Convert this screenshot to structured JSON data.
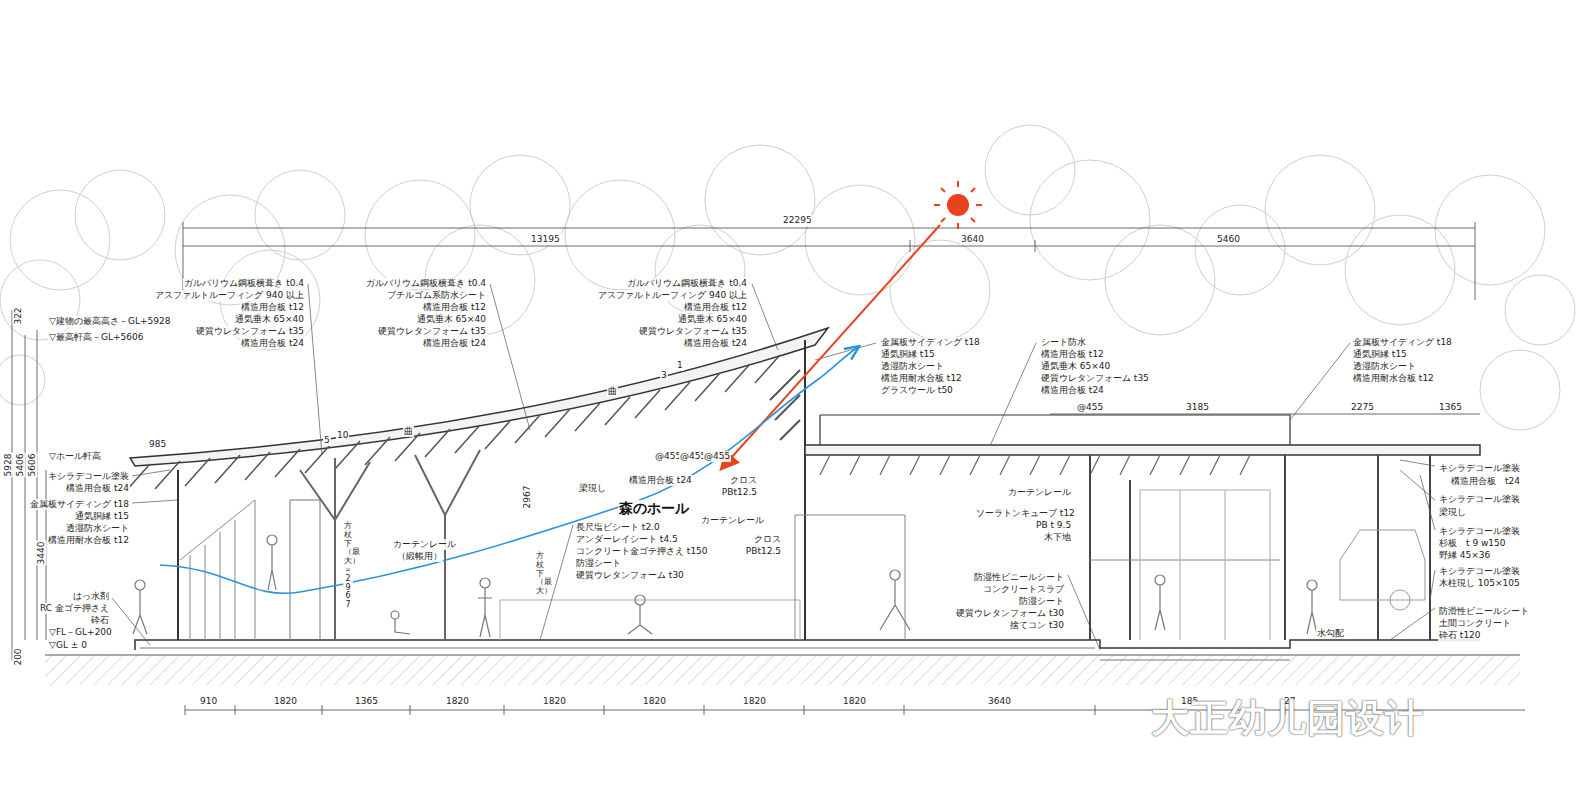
{
  "diagram": {
    "labels": [
      "22295",
      "13195",
      "3640",
      "5460",
      "ガルバリウム鋼板横葺き t0.4",
      "アスファルトルーフィング 940 以上",
      "構造用合板 t12",
      "通気垂木 65×40",
      "硬質ウレタンフォーム t35",
      "構造用合板 t24",
      "ガルバリウム鋼板横葺き t0.4",
      "ブチルゴム系防水シート",
      "構造用合板 t12",
      "通気垂木 65×40",
      "硬質ウレタンフォーム t35",
      "構造用合板 t24",
      "ガルバリウム鋼板横葺き t0.4",
      "アスファルトルーフィング 940 以上",
      "構造用合板 t12",
      "通気垂木 65×40",
      "硬質ウレタンフォーム t35",
      "構造用合板 t24",
      "金属板サイディング t18",
      "通気胴縁 t15",
      "透湿防水シート",
      "構造用耐水合板 t12",
      "グラスウール t50",
      "シート防水",
      "構造用合板 t12",
      "通気垂木 65×40",
      "硬質ウレタンフォーム t35",
      "構造用合板 t24",
      "金属板サイディング t18",
      "通気胴縁 t15",
      "透湿防水シート",
      "構造用耐水合板 t12",
      "▽建物の最高高さ－GL+5928",
      "▽最高軒高－GL+5606",
      "322",
      "5928",
      "5406",
      "5606",
      "▽ホール軒高",
      "985",
      "キシラデコール塗装",
      "構造用合板 t24",
      "金属板サイディング t18",
      "通気胴縁 t15",
      "透湿防水シート",
      "構造用耐水合板 t12",
      "3440",
      "はっ水剤",
      "RC 金ゴテ押さえ",
      "砕石",
      "▽FL－GL+200",
      "▽GL ± 0",
      "200",
      "曲",
      "3",
      "1",
      "5",
      "10",
      "曲",
      "@455",
      "@455",
      "@455",
      "梁現し",
      "構造用合板 t24",
      "森のホール",
      "2967",
      "方杖下（最大）＝2967",
      "方杖下（最大）",
      "カーテンレール",
      "（緞帳用）",
      "クロス",
      "PBt12.5",
      "カーテンレール",
      "クロス",
      "PBt12.5",
      "長尺塩ビシート t2.0",
      "アンダーレイシート t4.5",
      "コンクリート金ゴテ押さえ t150",
      "防湿シート",
      "硬質ウレタンフォーム t30",
      "@455",
      "3185",
      "2275",
      "1365",
      "カーテンレール",
      "ソーラトンキューブ t12",
      "PB t 9.5",
      "木下地",
      "防湿性ビニールシート",
      "コンクリートスラブ",
      "防湿シート",
      "硬質ウレタンフォーム t30",
      "捨てコン t30",
      "キシラデコール塗装",
      "構造用合板　t24",
      "キシラデコール塗装",
      "梁現し",
      "キシラデコール塗装",
      "杉板　t 9 w150",
      "野縁 45×36",
      "キシラデコール塗装",
      "木柱現し 105×105",
      "防滑性ビニールシート",
      "土間コンクリート",
      "砕石 t120",
      "水勾配",
      "910",
      "1820",
      "1365",
      "1820",
      "1820",
      "1820",
      "1820",
      "1820",
      "3640",
      "185",
      "27",
      "大正幼儿园设计"
    ]
  }
}
